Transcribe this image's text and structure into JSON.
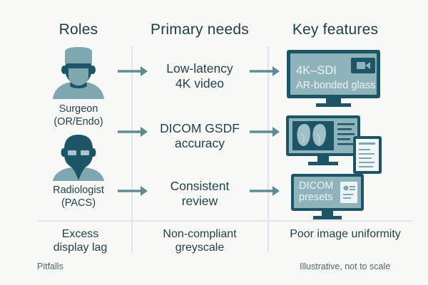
{
  "columns": {
    "roles": "Roles",
    "needs": "Primary needs",
    "features": "Key features"
  },
  "roles": [
    {
      "name": "Surgeon",
      "context": "(OR/Endo)",
      "icon": "surgeon-icon"
    },
    {
      "name": "Radiologist",
      "context": "(PACS)",
      "icon": "radiologist-icon"
    }
  ],
  "needs": [
    {
      "line1": "Low-latency",
      "line2": "4K video"
    },
    {
      "line1": "DICOM GSDF",
      "line2": "accuracy"
    },
    {
      "line1": "Consistent",
      "line2": "review"
    }
  ],
  "features": [
    {
      "line1": "4K–SDI",
      "line2": "AR-bonded glass",
      "icon": "video-camera-icon"
    },
    {
      "icon": "mammography-display-icon"
    },
    {
      "line1": "DICOM",
      "line2": "presets",
      "icon": "document-card-icon"
    }
  ],
  "pitfalls": {
    "label": "Pitfalls",
    "items": [
      {
        "line1": "Excess",
        "line2": "display lag"
      },
      {
        "line1": "Non-compliant",
        "line2": "greyscale"
      },
      {
        "line1": "Poor image uniformity",
        "line2": ""
      }
    ]
  },
  "footnote": "Illustrative, not to scale",
  "colors": {
    "dark_teal": "#1e5566",
    "mid_teal": "#7fa7b0",
    "light_teal": "#a9c6cc",
    "arrow": "#5e8a94",
    "divider": "#dde6ea",
    "text": "#1f3f4a"
  }
}
